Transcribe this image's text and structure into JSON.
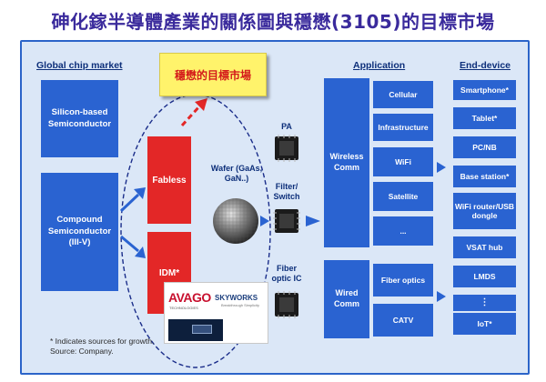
{
  "title": "砷化鎵半導體產業的關係圖與穩懋(3105)的目標市場",
  "headers": {
    "global": "Global chip market",
    "application": "Application",
    "end_device": "End-device"
  },
  "note": "穩懋的目標市場",
  "left_boxes": {
    "silicon": "Silicon-based Semiconductor",
    "compound": "Compound Semiconductor (III-V)"
  },
  "red_boxes": {
    "fabless": "Fabless",
    "idm": "IDM*"
  },
  "wafer_label": "Wafer (GaAs, GaN..)",
  "chip_labels": {
    "pa": "PA",
    "filter": "Filter/ Switch",
    "fiber": "Fiber optic IC"
  },
  "comm": {
    "wireless": "Wireless Comm",
    "wired": "Wired Comm"
  },
  "applications": [
    "Cellular",
    "Infrastructure",
    "WiFi",
    "Satellite",
    "..."
  ],
  "wired_applications": [
    "Fiber optics",
    "CATV"
  ],
  "end_devices": [
    "Smartphone*",
    "Tablet*",
    "PC/NB",
    "Base station*",
    "WiFi router/USB dongle",
    "VSAT hub",
    "LMDS",
    "⋮",
    "IoT*"
  ],
  "footnote": {
    "line1": "* Indicates sources for growth.",
    "line2": "Source: Company."
  },
  "logos": {
    "avago": "AVAGO",
    "avago_sub": "TECHNOLOGIES",
    "skyworks": "SKYWORKS",
    "skyworks_sub": "Breakthrough Simplicity"
  },
  "colors": {
    "title": "#3a2a9c",
    "blue_box": "#2a63d1",
    "red_box": "#e32727",
    "note_bg": "#fff36b",
    "note_text": "#d41a1a",
    "background": "#dbe7f7"
  }
}
